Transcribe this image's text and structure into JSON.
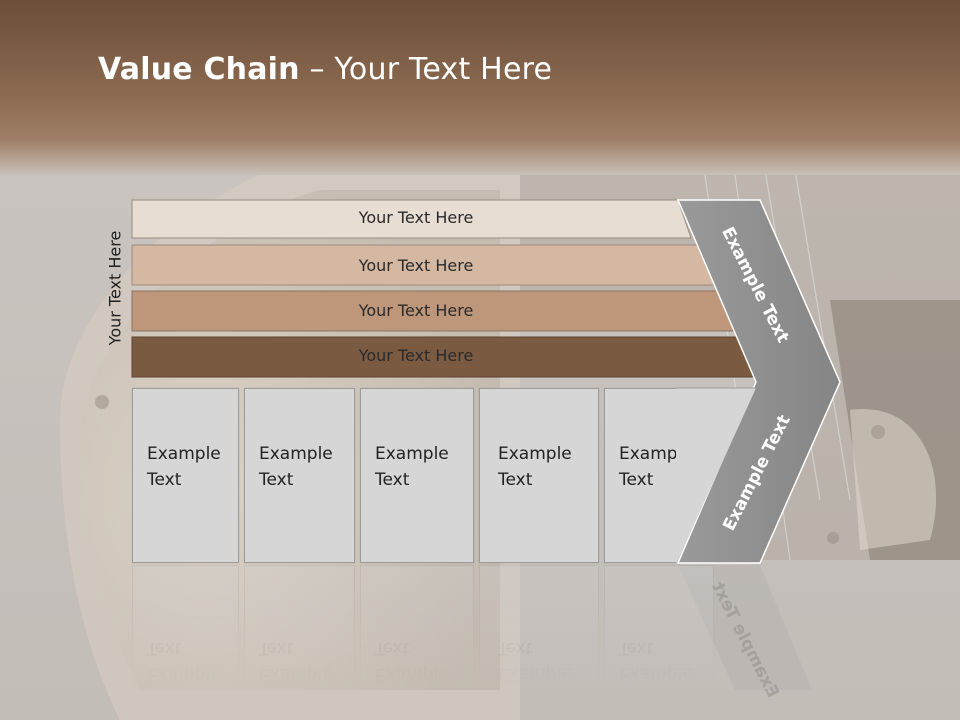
{
  "title": {
    "bold": "Value Chain",
    "rest": " – Your Text Here"
  },
  "side_label": "Your Text Here",
  "rows": [
    {
      "label": "Your Text Here",
      "color": "#e8ddd3"
    },
    {
      "label": "Your Text Here",
      "color": "#d4b8a2"
    },
    {
      "label": "Your Text Here",
      "color": "#be977b"
    },
    {
      "label": "Your Text Here",
      "color": "#7b5a42"
    }
  ],
  "boxes": [
    {
      "line1": "Example",
      "line2": "Text"
    },
    {
      "line1": "Example",
      "line2": "Text"
    },
    {
      "line1": "Example",
      "line2": "Text"
    },
    {
      "line1": "Example",
      "line2": "Text"
    },
    {
      "line1": "Example",
      "line2": "Text"
    }
  ],
  "chevron": {
    "upper": "Example Text",
    "lower": "Example Text",
    "color": "#8f8f8f"
  },
  "colors": {
    "header": "#7a5a42",
    "background": "#c9c4bf"
  }
}
